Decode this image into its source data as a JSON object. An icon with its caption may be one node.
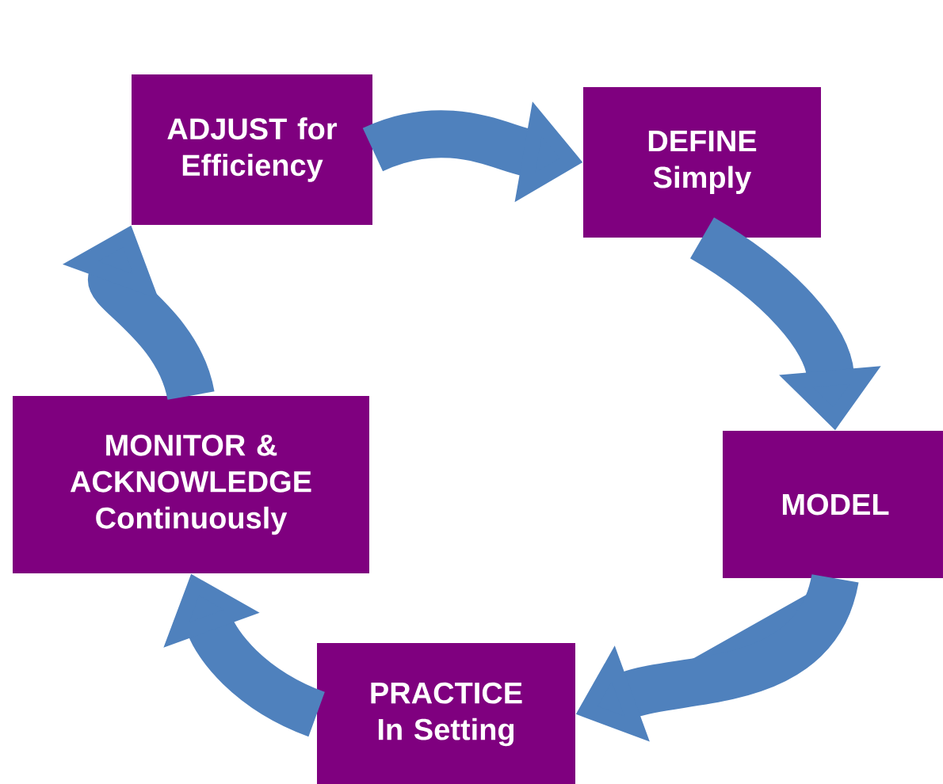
{
  "diagram": {
    "nodes": [
      {
        "text": [
          "ADJUST for Efficiency"
        ]
      },
      {
        "text": [
          "DEFINE Simply"
        ]
      },
      {
        "text": [
          "MODEL"
        ]
      },
      {
        "text": [
          "PRACTICE In Setting"
        ]
      },
      {
        "text": [
          "MONITOR & ACKNOWLEDGE Continuously"
        ]
      }
    ],
    "edges": [
      {
        "from": 0,
        "to": 1,
        "arrow": "to"
      },
      {
        "from": 1,
        "to": 2,
        "arrow": "to"
      },
      {
        "from": 2,
        "to": 3,
        "arrow": "to"
      },
      {
        "from": 3,
        "to": 4,
        "arrow": "to"
      },
      {
        "from": 4,
        "to": 0,
        "arrow": "to"
      }
    ]
  }
}
